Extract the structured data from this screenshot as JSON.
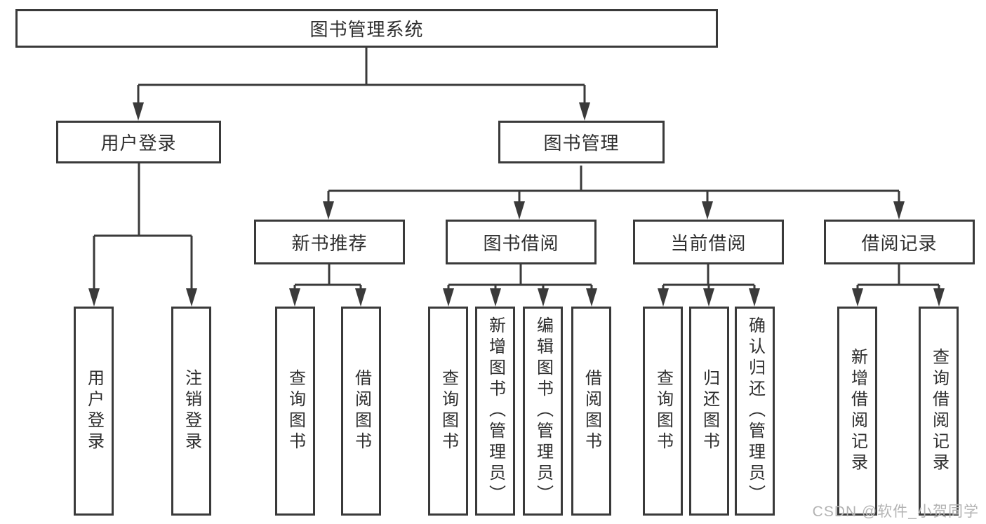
{
  "tree": {
    "label": "图书管理系统",
    "children": [
      {
        "label": "用户登录",
        "children": [
          {
            "label": "用户登录"
          },
          {
            "label": "注销登录"
          }
        ]
      },
      {
        "label": "图书管理",
        "children": [
          {
            "label": "新书推荐",
            "children": [
              {
                "label": "查询图书"
              },
              {
                "label": "借阅图书"
              }
            ]
          },
          {
            "label": "图书借阅",
            "children": [
              {
                "label": "查询图书"
              },
              {
                "label": "新增图书（管理员）"
              },
              {
                "label": "编辑图书（管理员）"
              },
              {
                "label": "借阅图书"
              }
            ]
          },
          {
            "label": "当前借阅",
            "children": [
              {
                "label": "查询图书"
              },
              {
                "label": "归还图书"
              },
              {
                "label": "确认归还（管理员）"
              }
            ]
          },
          {
            "label": "借阅记录",
            "children": [
              {
                "label": "新增借阅记录"
              },
              {
                "label": "查询借阅记录"
              }
            ]
          }
        ]
      }
    ]
  },
  "watermark": {
    "text": "CSDN @软件_小贺同学"
  },
  "colors": {
    "line": "#3a3a3a",
    "box_border": "#3a3a3a",
    "box_fill": "#ffffff",
    "text": "#2e2e2e",
    "watermark": "#b3b3b3",
    "background": "#ffffff"
  }
}
